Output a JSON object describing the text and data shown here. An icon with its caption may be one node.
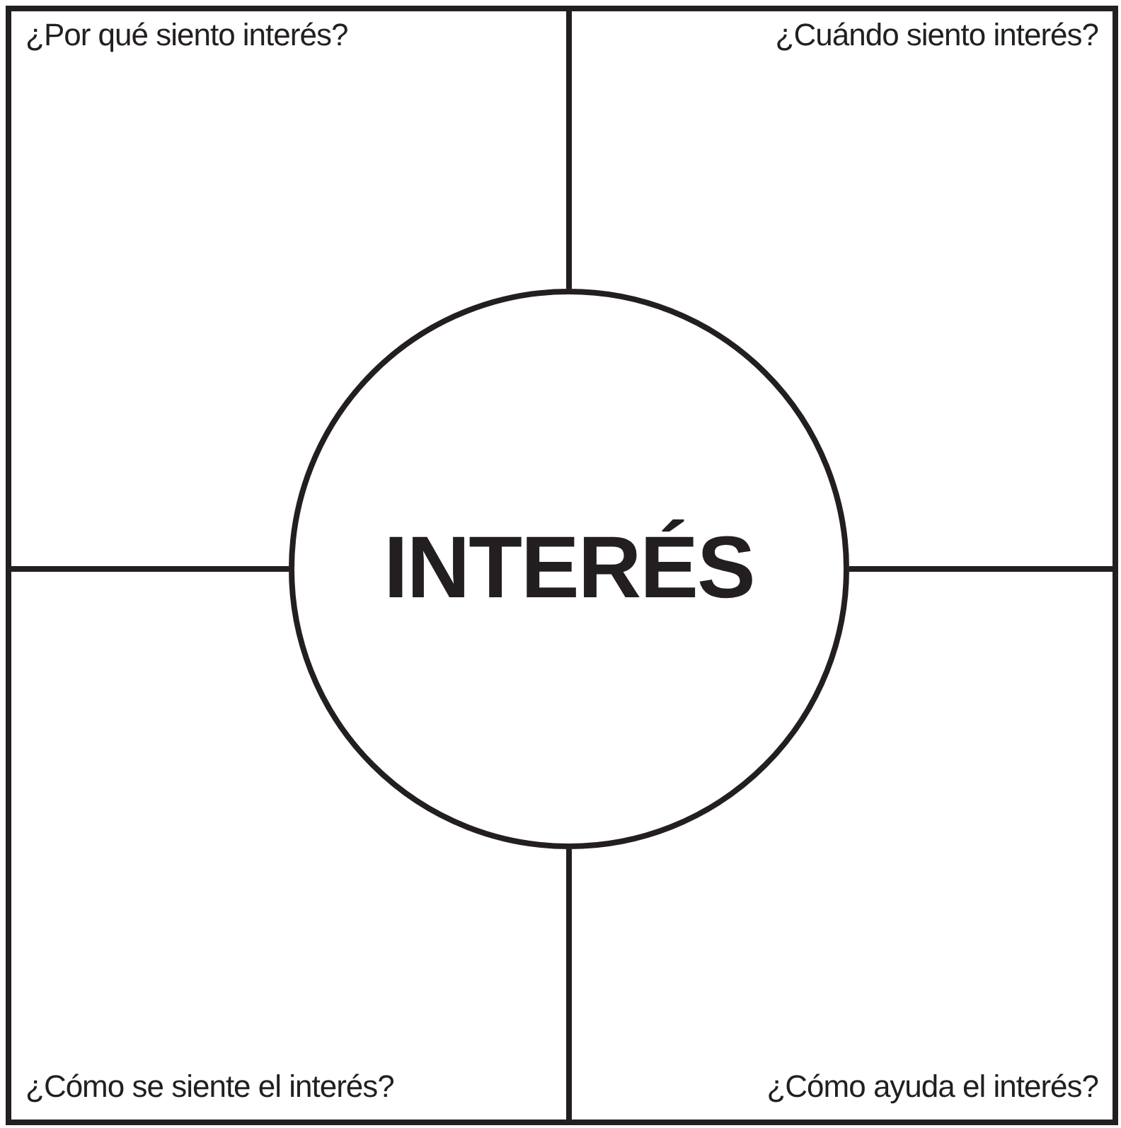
{
  "diagram": {
    "nodes": [
      {
        "text": [
          "¿Por qué siento interés?"
        ]
      },
      {
        "text": [
          "¿Cuándo siento interés?"
        ]
      },
      {
        "text": [
          "INTERÉS"
        ]
      },
      {
        "text": [
          "¿Cómo se siente el interés?"
        ]
      },
      {
        "text": [
          "¿Cómo ayuda el interés?"
        ]
      }
    ]
  }
}
